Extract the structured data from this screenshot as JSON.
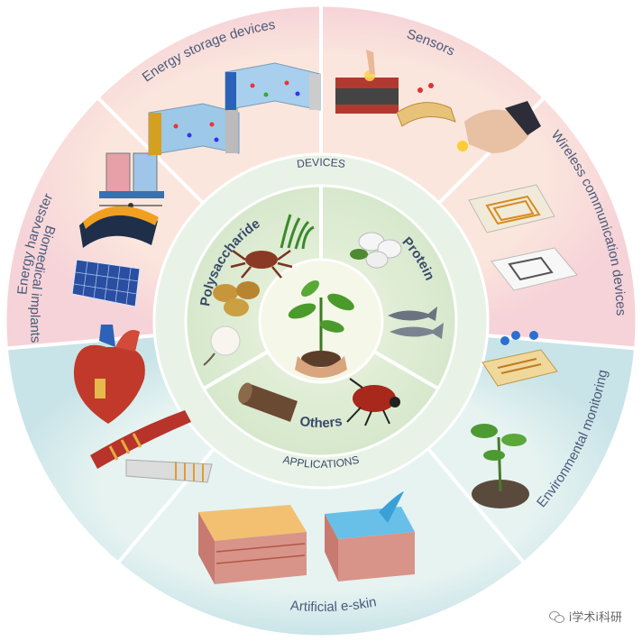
{
  "title": "",
  "outer_ring": {
    "devices_segments": [
      "Energy harvester",
      "Energy storage devices",
      "Sensors",
      "Wireless communication devices"
    ],
    "applications_segments": [
      "Environmental monitoring",
      "Artificial e-skin",
      "Biomedical implants"
    ]
  },
  "middle_ring": {
    "top_label": "DEVICES",
    "bottom_label": "APPLICATIONS"
  },
  "inner_circle": {
    "segments": [
      "Polysaccharide",
      "Protein",
      "Others"
    ]
  },
  "icons": [
    "triboelectric-generator-icon",
    "curved-harvester-icon",
    "solar-panel-icon",
    "battery-cell-icon",
    "supercapacitor-icon",
    "pressure-sensor-icon",
    "finger-touch-icon",
    "flexible-strip-icon",
    "hand-glove-icon",
    "rfid-coil-icon",
    "nfc-tag-icon",
    "molecule-sensor-icon",
    "plant-soil-icon",
    "skin-layer-icon",
    "skin-wave-icon",
    "heart-icon",
    "vessel-implant-icon",
    "crab-icon",
    "grass-icon",
    "potato-icon",
    "cotton-icon",
    "silk-cocoon-icon",
    "fish-icon",
    "seedling-hands-icon",
    "wood-log-icon",
    "beetle-icon"
  ],
  "colors": {
    "devices_ring": "#f7d8dc",
    "applications_ring": "#d3eaec",
    "middle_ring": "#e7f1e4",
    "inner_circle": "#dcebd3",
    "inner_center": "#f4f6e6",
    "text": "#4a5a7a"
  },
  "watermark": {
    "text": "i学术i科研"
  }
}
